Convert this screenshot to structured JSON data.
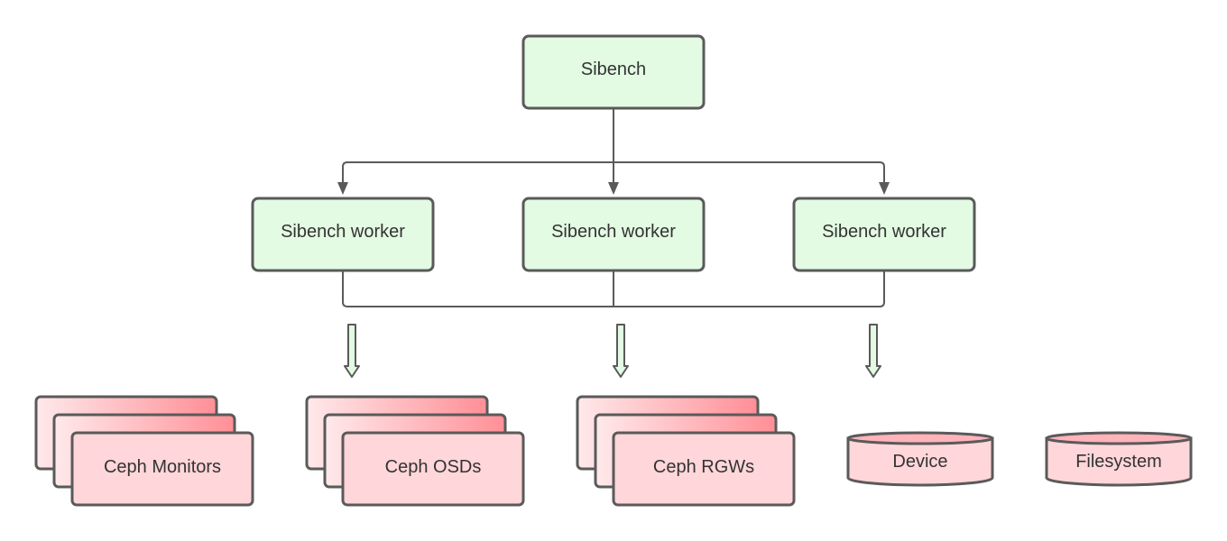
{
  "root": {
    "label": "Sibench"
  },
  "workers": [
    {
      "label": "Sibench worker"
    },
    {
      "label": "Sibench worker"
    },
    {
      "label": "Sibench worker"
    }
  ],
  "targets": {
    "stacks": [
      {
        "label": "Ceph Monitors"
      },
      {
        "label": "Ceph OSDs"
      },
      {
        "label": "Ceph RGWs"
      }
    ],
    "cylinders": [
      {
        "label": "Device"
      },
      {
        "label": "Filesystem"
      }
    ]
  },
  "colors": {
    "green_fill": "#e3fae3",
    "pink_fill": "#ffd6d9",
    "pink_gradient_dark": "#ff8f96",
    "stroke": "#5a5a5a",
    "text": "#333333"
  }
}
